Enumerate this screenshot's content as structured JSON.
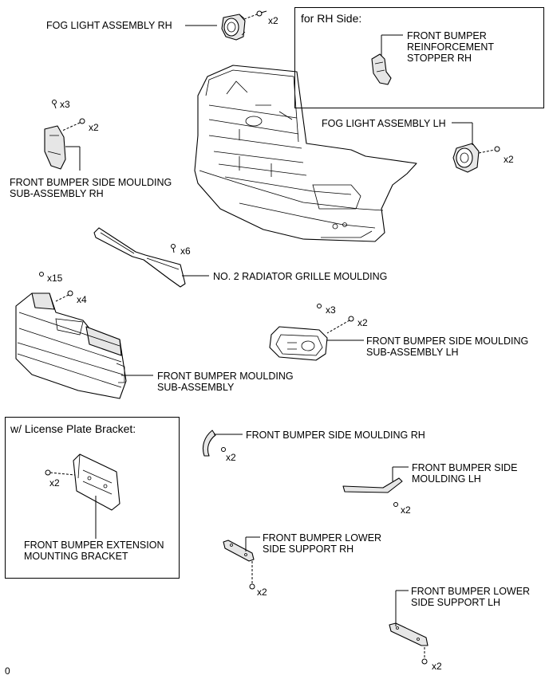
{
  "inset_rh": {
    "title": "for RH Side:",
    "part_label": "FRONT BUMPER\nREINFORCEMENT\nSTOPPER RH"
  },
  "inset_license": {
    "title": "w/ License Plate Bracket:",
    "part_label": "FRONT BUMPER EXTENSION\nMOUNTING BRACKET",
    "qty": "x2"
  },
  "parts": {
    "fog_rh": {
      "label": "FOG LIGHT ASSEMBLY RH",
      "qty": "x2"
    },
    "fog_lh": {
      "label": "FOG LIGHT ASSEMBLY LH",
      "qty": "x2"
    },
    "side_moulding_sub_rh": {
      "label": "FRONT BUMPER SIDE MOULDING\nSUB-ASSEMBLY RH",
      "qty_clip": "x3",
      "qty_screw": "x2"
    },
    "grille_moulding": {
      "label": "NO. 2 RADIATOR GRILLE MOULDING",
      "qty": "x6"
    },
    "bumper_moulding_sub": {
      "label": "FRONT BUMPER MOULDING\nSUB-ASSEMBLY",
      "qty_clip": "x15",
      "qty_screw": "x4"
    },
    "side_moulding_sub_lh": {
      "label": "FRONT BUMPER SIDE MOULDING\nSUB-ASSEMBLY LH",
      "qty_clip": "x3",
      "qty_screw": "x2"
    },
    "side_moulding_rh": {
      "label": "FRONT BUMPER SIDE MOULDING RH",
      "qty": "x2"
    },
    "side_moulding_lh": {
      "label": "FRONT BUMPER SIDE\nMOULDING LH",
      "qty": "x2"
    },
    "lower_support_rh": {
      "label": "FRONT BUMPER LOWER\nSIDE SUPPORT RH",
      "qty": "x2"
    },
    "lower_support_lh": {
      "label": "FRONT BUMPER LOWER\nSIDE SUPPORT LH",
      "qty": "x2"
    }
  },
  "footer": {
    "code": "0"
  }
}
